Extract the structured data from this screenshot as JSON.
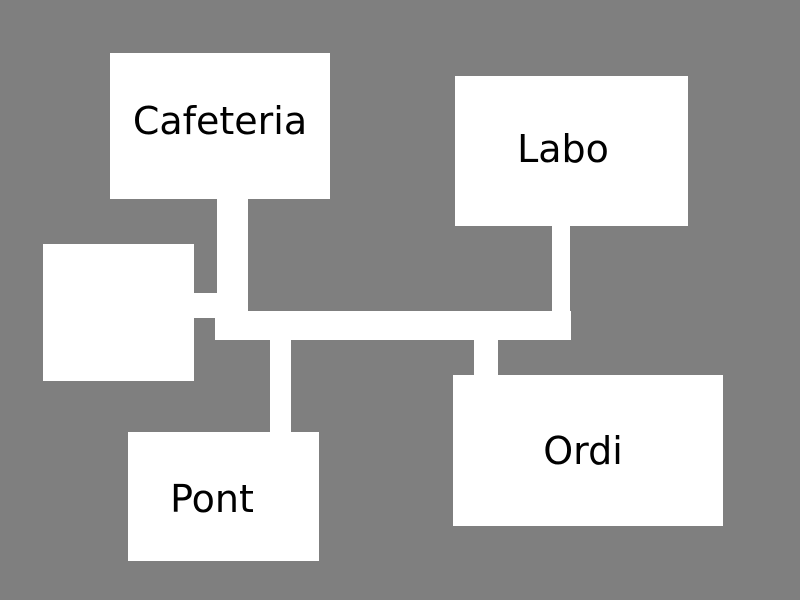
{
  "colors": {
    "background": "#7f7f7f",
    "room_fill": "#ffffff",
    "corridor_fill": "#ffffff",
    "label_text": "#000000"
  },
  "rooms": {
    "cafeteria": {
      "label": "Cafeteria"
    },
    "labo": {
      "label": "Labo"
    },
    "unnamed": {
      "label": ""
    },
    "pont": {
      "label": "Pont"
    },
    "ordi": {
      "label": "Ordi"
    }
  }
}
